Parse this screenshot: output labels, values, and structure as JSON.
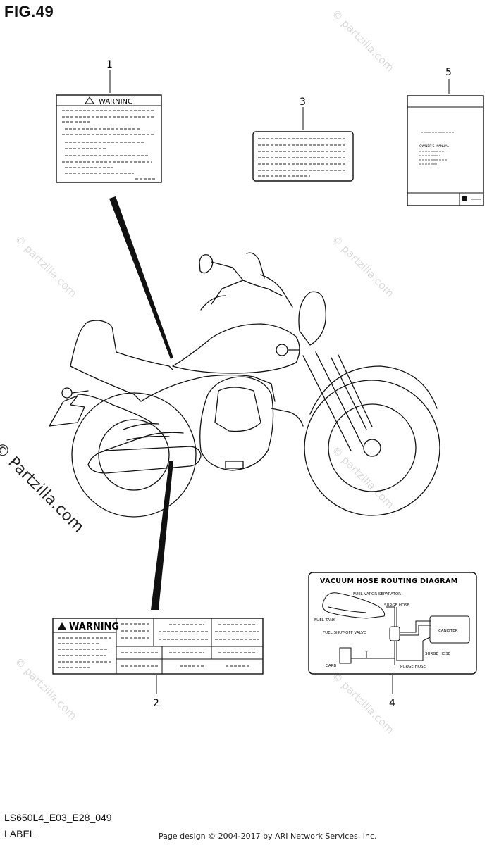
{
  "figure": {
    "title": "FIG.49",
    "code": "LS650L4_E03_E28_049",
    "category": "LABEL",
    "credit": "Page design © 2004-2017 by ARI Network Services, Inc."
  },
  "watermark": {
    "text": "© Partzilla.com",
    "faint_text": "© partzilla.com"
  },
  "callouts": [
    "1",
    "2",
    "3",
    "4",
    "5"
  ],
  "labels": {
    "label1": {
      "heading": "WARNING",
      "icon": "warning-triangle-icon"
    },
    "label2": {
      "heading": "WARNING",
      "icon": "warning-triangle-icon"
    },
    "label5": {
      "heading": "OWNER'S MANUAL",
      "icon": "brand-logo-icon"
    }
  },
  "vacuum_diagram": {
    "title": "VACUUM HOSE ROUTING DIAGRAM",
    "parts": [
      "FUEL VAPOR SEPARATOR",
      "SURGE HOSE",
      "FUEL TANK",
      "FUEL SHUT-OFF VALVE",
      "CANISTER",
      "SURGE HOSE",
      "CARB",
      "PURGE HOSE"
    ]
  }
}
